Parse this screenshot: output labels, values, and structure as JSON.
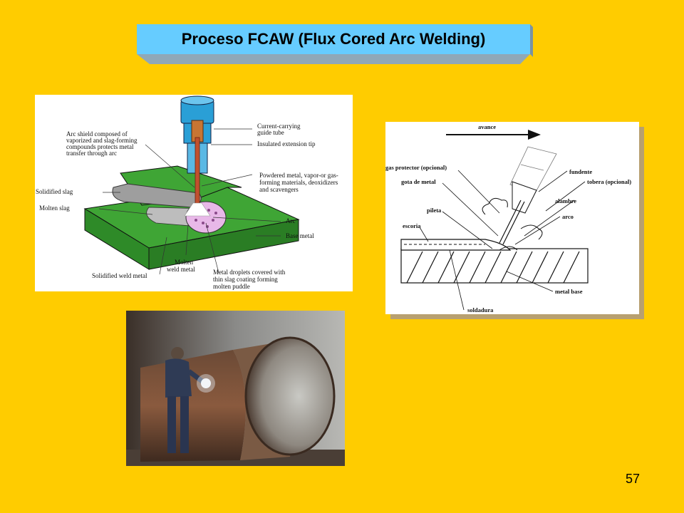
{
  "slide": {
    "title": "Proceso FCAW (Flux Cored Arc Welding)",
    "page_number": "57",
    "colors": {
      "background": "#FFCC00",
      "title_box": "#66CCFF",
      "base_metal": "#3FA535"
    }
  },
  "diagram_en": {
    "labels": {
      "guide_tube": [
        "Current-carrying",
        "guide tube"
      ],
      "extension_tip": "Insulated extension tip",
      "arc_shield": [
        "Arc shield composed of",
        "vaporized and slag-forming",
        "compounds protects metal",
        "transfer through arc"
      ],
      "powdered_metal": [
        "Powdered metal, vapor-or gas-",
        "forming materials, deoxidizers",
        "and scavengers"
      ],
      "solidified_slag": "Solidified slag",
      "molten_slag": "Molten slag",
      "arc": "Arc",
      "base_metal": "Base metal",
      "molten_weld_metal": [
        "Molten",
        "weld metal"
      ],
      "solidified_weld_metal": "Solidified weld metal",
      "metal_droplets": [
        "Metal droplets covered with",
        "thin slag coating forming",
        "molten puddle"
      ]
    }
  },
  "diagram_es": {
    "labels": {
      "avance": "avance",
      "gas_protector": "gas protector (opcional)",
      "gota": "gota de metal",
      "pileta": "pileta",
      "escoria": "escoria",
      "fundente": "fundente",
      "tobera": "tobera (opcional)",
      "alambre": "alambre",
      "arco": "arco",
      "metal_base": "metal base",
      "soldadura": "soldadura"
    }
  }
}
